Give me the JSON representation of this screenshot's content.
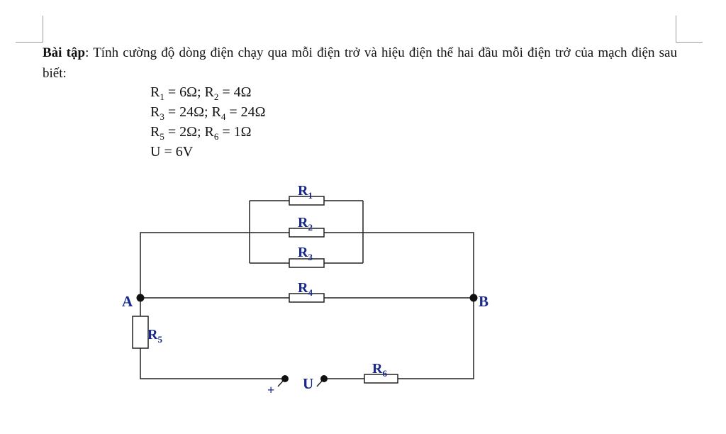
{
  "problem": {
    "label": "Bài tập",
    "text": ": Tính cường độ dòng điện chạy qua mỗi điện trở và hiệu điện thế hai đầu mỗi điện trở của mạch điện sau biết:"
  },
  "given": [
    {
      "a_sym": "R",
      "a_sub": "1",
      "a_val": " = 6Ω; ",
      "b_sym": "R",
      "b_sub": "2",
      "b_val": " = 4Ω"
    },
    {
      "a_sym": "R",
      "a_sub": "3",
      "a_val": " = 24Ω; ",
      "b_sym": "R",
      "b_sub": "4",
      "b_val": " = 24Ω"
    },
    {
      "a_sym": "R",
      "a_sub": "5",
      "a_val": " = 2Ω; ",
      "b_sym": "R",
      "b_sub": "6",
      "b_val": " = 1Ω"
    },
    {
      "a_sym": "U",
      "a_sub": "",
      "a_val": " = 6V",
      "b_sym": "",
      "b_sub": "",
      "b_val": ""
    }
  ],
  "circuit": {
    "resistors": [
      {
        "sym": "R",
        "sub": "1"
      },
      {
        "sym": "R",
        "sub": "2"
      },
      {
        "sym": "R",
        "sub": "3"
      },
      {
        "sym": "R",
        "sub": "4"
      },
      {
        "sym": "R",
        "sub": "5"
      },
      {
        "sym": "R",
        "sub": "6"
      }
    ],
    "node_a": "A",
    "node_b": "B",
    "source_label": "U",
    "plus_sign": "+",
    "colors": {
      "wire": "#222222",
      "label": "#1a2a8c",
      "text": "#111111"
    }
  }
}
